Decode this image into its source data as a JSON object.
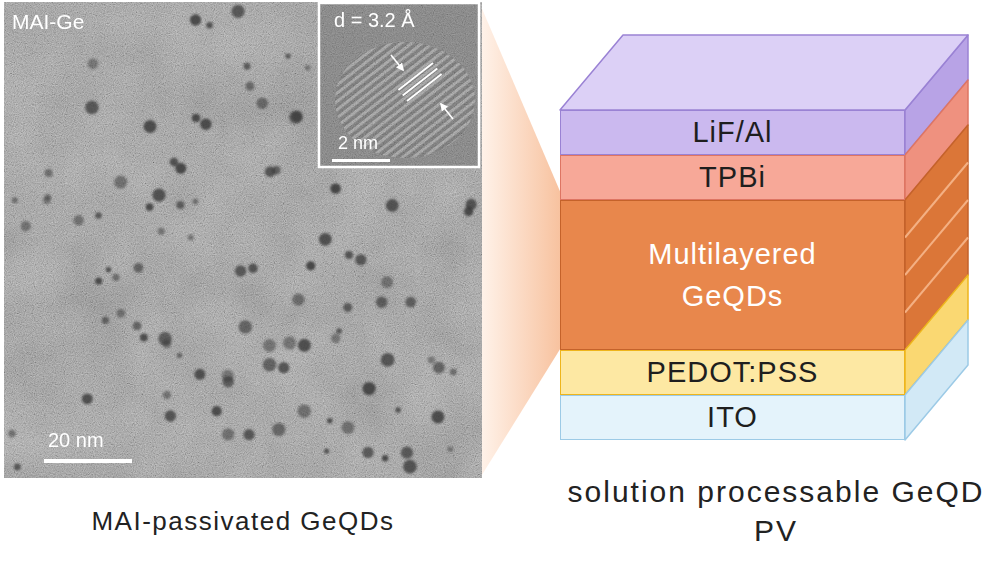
{
  "diagram": {
    "nodes": [
      {
        "text": [
          "LiF/Al"
        ]
      },
      {
        "text": [
          "TPBi"
        ]
      },
      {
        "text": [
          "Multilayered GeQDs"
        ]
      },
      {
        "text": [
          "PEDOT:PSS"
        ]
      },
      {
        "text": [
          "ITO"
        ]
      }
    ],
    "labels": [
      "MAI-Ge",
      "d = 3.2 Å",
      "2 nm",
      "20 nm",
      "MAI-passivated GeQDs",
      "solution processable GeQD PV"
    ]
  }
}
